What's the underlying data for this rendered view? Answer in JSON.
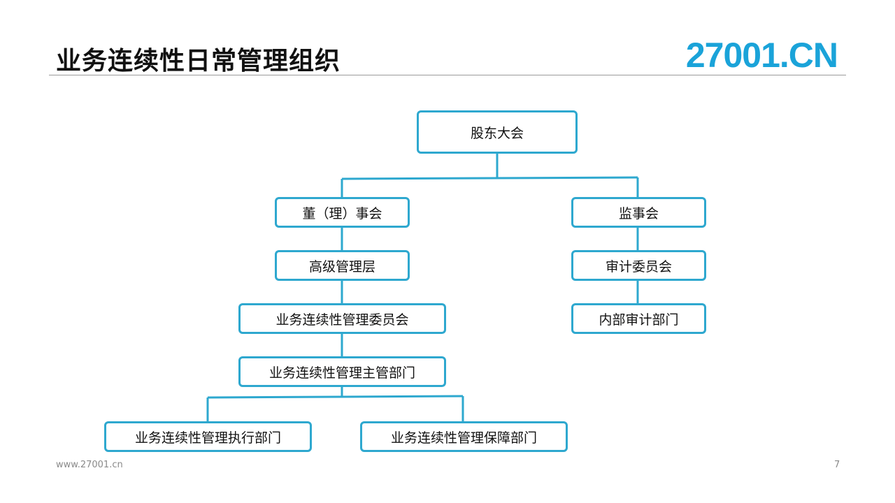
{
  "header": {
    "title": "业务连续性日常管理组织",
    "logo_text": "27001.CN"
  },
  "footer": {
    "url": "www.27001.cn",
    "page_number": "7"
  },
  "colors": {
    "accent": "#2ea8cf",
    "logo": "#1aa3d9"
  },
  "org_chart": {
    "nodes": {
      "shareholders": "股东大会",
      "board": "董（理）事会",
      "supervisors": "监事会",
      "senior_mgmt": "高级管理层",
      "audit_committee": "审计委员会",
      "bc_committee": "业务连续性管理委员会",
      "internal_audit": "内部审计部门",
      "bc_dept": "业务连续性管理主管部门",
      "bc_exec_dept": "业务连续性管理执行部门",
      "bc_support_dept": "业务连续性管理保障部门"
    }
  }
}
